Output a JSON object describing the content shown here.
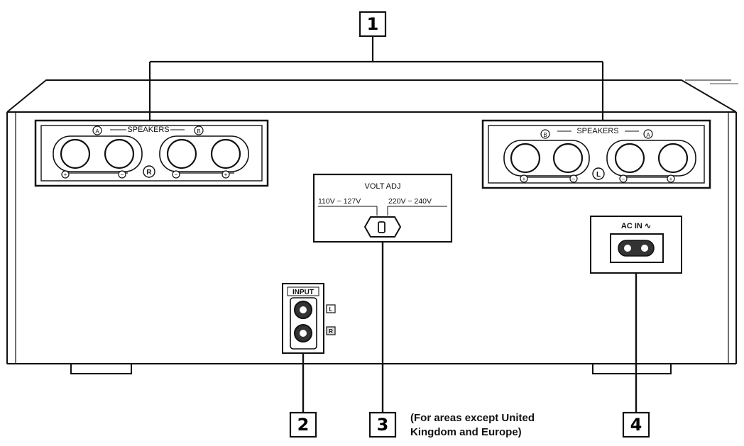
{
  "callouts": {
    "c1": "1",
    "c2": "2",
    "c3": "3",
    "c4": "4"
  },
  "left_terminal": {
    "title": "SPEAKERS",
    "group_a": "A",
    "group_b": "B",
    "channel": "R",
    "plus": "+",
    "minus": "−"
  },
  "right_terminal": {
    "title": "SPEAKERS",
    "group_a": "A",
    "group_b": "B",
    "channel": "L",
    "plus": "+",
    "minus": "−"
  },
  "volt_adj": {
    "title": "VOLT ADJ",
    "low_range": "110V − 127V",
    "high_range": "220V − 240V"
  },
  "input": {
    "title": "INPUT",
    "ch_top": "L",
    "ch_bottom": "R"
  },
  "ac_in": {
    "title": "AC IN ∿"
  },
  "note": {
    "line1": "(For areas except United",
    "line2": "Kingdom and Europe)"
  }
}
